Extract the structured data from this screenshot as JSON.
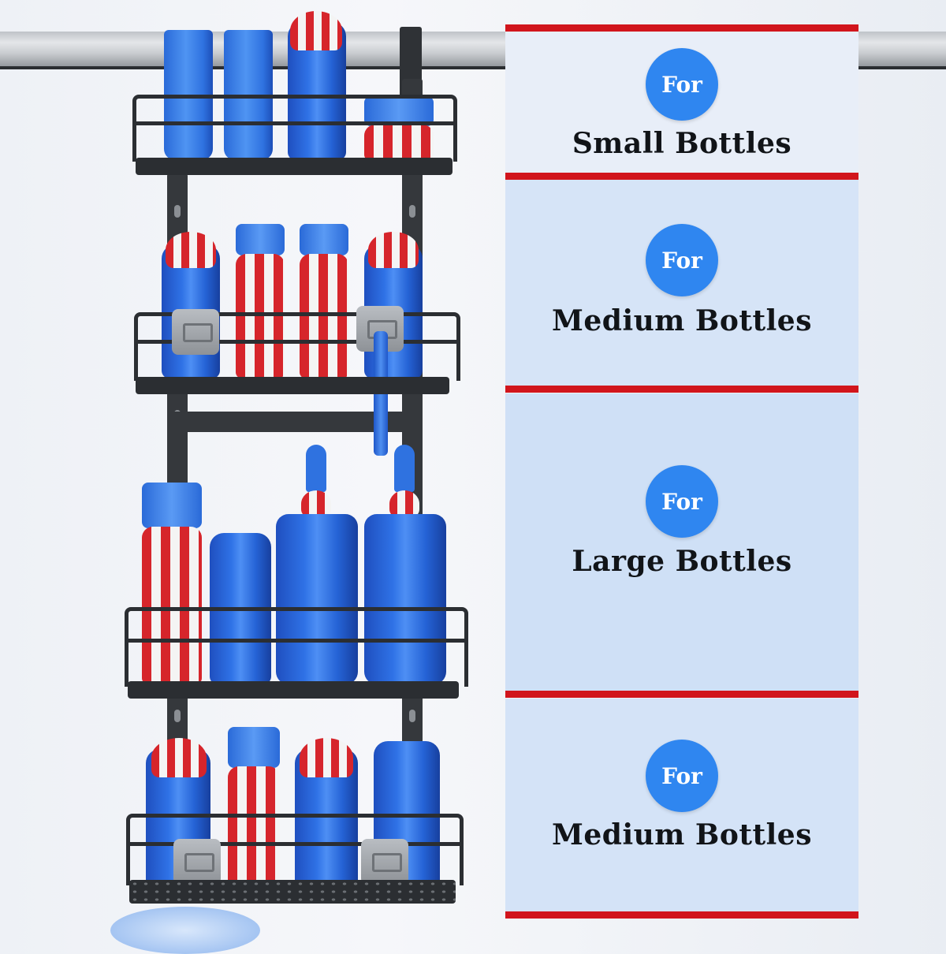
{
  "colors": {
    "accent_red": "#d1151c",
    "badge_blue": "#2f86f0",
    "panel_light": "#e6eefb",
    "panel_mid": "#cfe0f7",
    "rack_black": "#2b2e32"
  },
  "sections": [
    {
      "badge": "For",
      "label": "Small Bottles"
    },
    {
      "badge": "For",
      "label": "Medium Bottles"
    },
    {
      "badge": "For",
      "label": "Large Bottles"
    },
    {
      "badge": "For",
      "label": "Medium Bottles"
    }
  ]
}
